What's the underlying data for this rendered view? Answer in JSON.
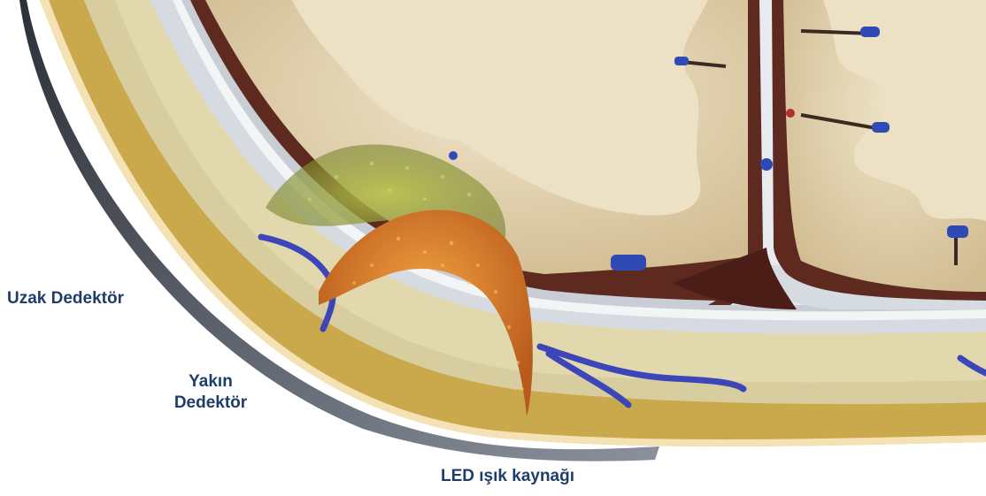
{
  "labels": {
    "far_detector": "Uzak Dedektör",
    "near_detector_line1": "Yakın",
    "near_detector_line2": "Dedektör",
    "led_source": "LED ışık kaynağı"
  },
  "colors": {
    "label_text": "#1f3d6b",
    "brain_tissue": "#dcc9a3",
    "brain_inner": "#ecdfc4",
    "skull_bone": "#e3d9ae",
    "scalp": "#c8a94a",
    "dura": "#d8dde4",
    "light_path_green": "#9aa83a",
    "light_path_orange": "#d9782a",
    "vessel_blue": "#3b4bb3",
    "device_grey": "#5d6470"
  }
}
